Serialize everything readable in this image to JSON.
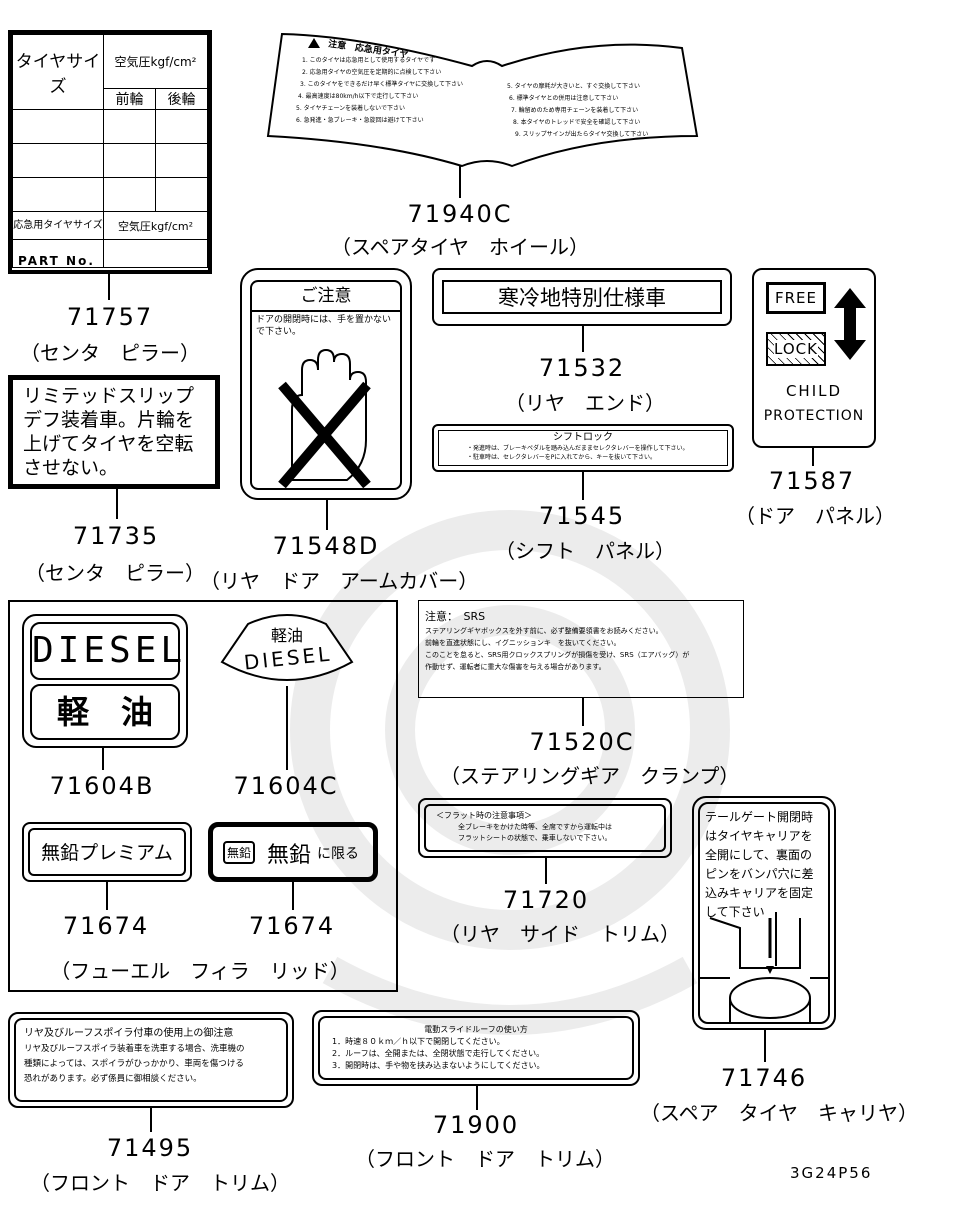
{
  "diagram_code": "3G24P56",
  "labels": {
    "tire_table": {
      "tire_size": "タイヤサイズ",
      "pressure_header": "空気圧kgf/cm²",
      "front": "前輪",
      "rear": "後輪",
      "spare_size": "応急用タイヤサイズ",
      "spare_pressure": "空気圧kgf/cm²",
      "part_no": "PART No.",
      "part_number": "71757",
      "location": "（センタ　ピラー）"
    },
    "limited_slip": {
      "text": "リミテッドスリップデフ装着車。片輪を上げてタイヤを空転させない。",
      "part_number": "71735",
      "location": "（センタ　ピラー）"
    },
    "spare_tire": {
      "title": "注意　応急用タイヤ",
      "part_number": "71940C",
      "location": "（スペアタイヤ　ホイール）"
    },
    "door_caution": {
      "title": "ご注意",
      "text": "ドアの開閉時には、手を置かないで下さい。",
      "part_number": "71548D",
      "location": "（リヤ　ドア　アームカバー）"
    },
    "cold_region": {
      "text": "寒冷地特別仕様車",
      "part_number": "71532",
      "location": "（リヤ　エンド）"
    },
    "shift_lock": {
      "title": "シフトロック",
      "line1": "・発進時は、ブレーキペダルを踏み込んだままセレクタレバーを操作して下さい。",
      "line2": "・駐車時は、セレクタレバーをPに入れてから、キーを抜いて下さい。",
      "part_number": "71545",
      "location": "（シフト　パネル）"
    },
    "child_protection": {
      "free": "FREE",
      "lock": "LOCK",
      "line1": "CHILD",
      "line2": "PROTECTION",
      "part_number": "71587",
      "location": "（ドア　パネル）"
    },
    "diesel_b": {
      "diesel": "DIESEL",
      "fuel": "軽　油",
      "part_number": "71604B"
    },
    "diesel_c": {
      "fuel": "軽油",
      "diesel": "DIESEL",
      "part_number": "71604C"
    },
    "premium": {
      "text": "無鉛プレミアム",
      "part_number": "71674"
    },
    "unleaded_only": {
      "badge": "無鉛",
      "text": "無鉛",
      "suffix": "に限る",
      "part_number": "71674"
    },
    "fuel_location": "（フューエル　フィラ　リッド）",
    "srs": {
      "title": "注意：　SRS",
      "line1": "ステアリングギヤボックスを外す前に、必ず整備要領書をお読みください。",
      "line2": "前輪を直進状態にし、イグニッションキ　を抜いてください。",
      "line3": "このことを怠ると、SRS用クロックスプリングが損傷を受け、SRS（エアバッグ）が",
      "line4": "作動せず、運転者に重大な傷害を与える場合があります。",
      "part_number": "71520C",
      "location": "（ステアリングギア　クランプ）"
    },
    "flat": {
      "title": "＜フラット時の注意事項＞",
      "line1": "全ブレーキをかけた時等、全席ですから運転中は",
      "line2": "フラットシートの状態で、乗車しないで下さい。",
      "part_number": "71720",
      "location": "（リヤ　サイド　トリム）"
    },
    "tailgate": {
      "text": "テールゲート開閉時はタイヤキャリアを全開にして、裏面のピンをバンパ穴に差込みキャリアを固定して下さい",
      "part_number": "71746",
      "location": "（スペア　タイヤ　キャリヤ）"
    },
    "spoiler": {
      "title": "リヤ及びルーフスポイラ付車の使用上の御注意",
      "line1": "リヤ及びルーフスポイラ装着車を洗車する場合、洗車機の",
      "line2": "種類によっては、スポイラがひっかかり、車両を傷つける",
      "line3": "恐れがあります。必ず係員に御相談ください。",
      "part_number": "71495",
      "location": "（フロント　ドア　トリム）"
    },
    "sunroof": {
      "title": "電動スライドルーフの使い方",
      "line1": "1．時速８０ｋｍ／ｈ以下で開閉してください。",
      "line2": "2．ルーフは、全開または、全閉状態で走行してください。",
      "line3": "3．開閉時は、手や物を挟み込まないようにしてください。",
      "part_number": "71900",
      "location": "（フロント　ドア　トリム）"
    }
  }
}
